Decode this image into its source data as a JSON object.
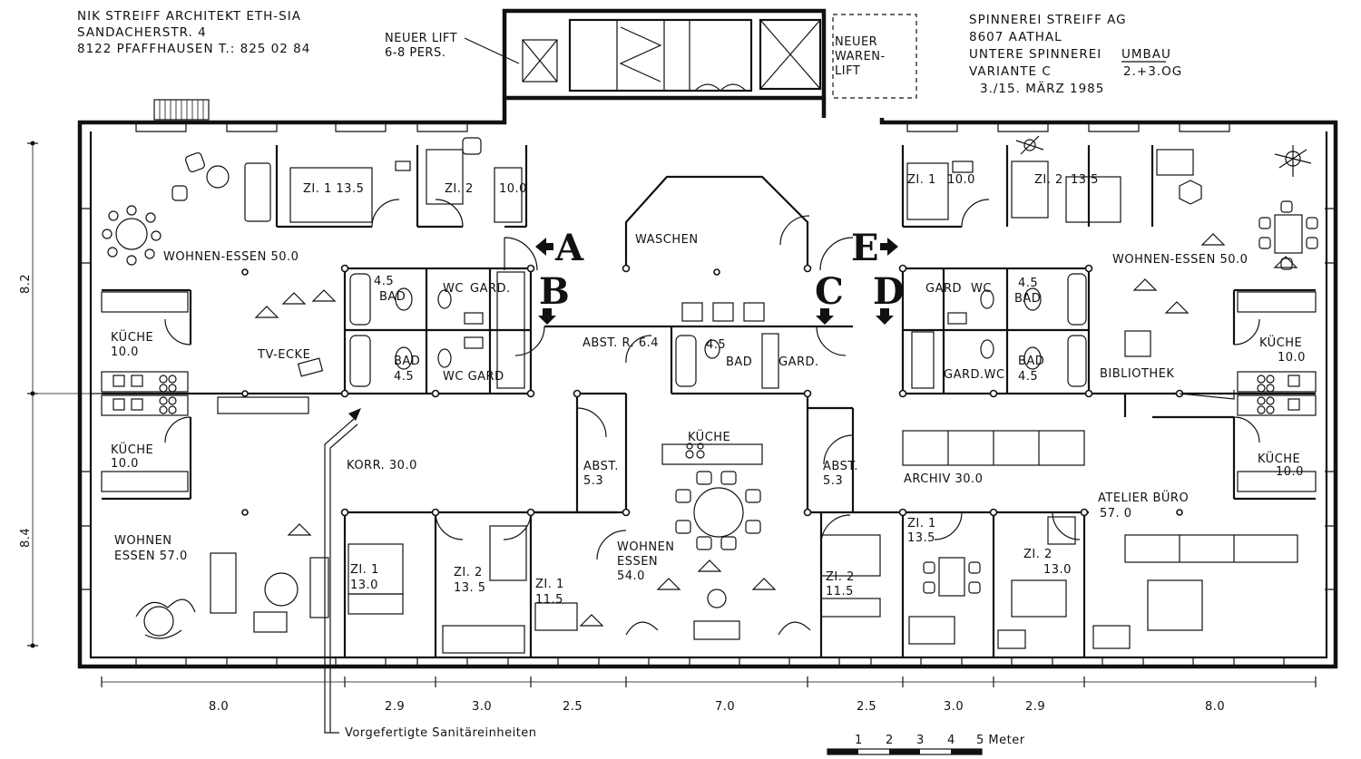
{
  "architect": {
    "line1": "NIK STREIFF ARCHITEKT ETH-SIA",
    "line2": "SANDACHERSTR. 4",
    "line3": "8122 PFAFFHAUSEN  T.: 825 02 84"
  },
  "client": {
    "line1": "SPINNEREI STREIFF AG",
    "line2": "8607 AATHAL",
    "line3a": "UNTERE SPINNEREI",
    "line3b": "UMBAU",
    "line4a": "VARIANTE C",
    "line4b": "2.+3.OG",
    "line5": "3./15. MÄRZ  1985"
  },
  "annotations": {
    "lift1": "NEUER  LIFT",
    "lift2": "6-8 PERS.",
    "waren1": "NEUER",
    "waren2": "WAREN-",
    "waren3": "LIFT",
    "prefab": "Vorgefertigte  Sanitäreinheiten"
  },
  "section_marks": [
    "A",
    "B",
    "C",
    "D",
    "E"
  ],
  "rooms": {
    "zi1_nw": "ZI. 1   13.5",
    "zi2_nw": "ZI. 2",
    "zi2_nw_area": "10.0",
    "wohnen_essen_w": "WOHNEN-ESSEN  50.0",
    "bad_1_a": "4.5",
    "bad_1_b": "BAD",
    "wc_1": "WC",
    "gard_1": "GARD.",
    "kueche_w1_a": "KÜCHE",
    "kueche_w1_b": "10.0",
    "tv": "TV-ECKE",
    "bad_2_a": "BAD",
    "bad_2_b": "4.5",
    "wcgard_2": "WC GARD",
    "kueche_w2_a": "KÜCHE",
    "kueche_w2_b": "10.0",
    "korr": "KORR.  30.0",
    "wohnen_sw_a": "WOHNEN",
    "wohnen_sw_b": "ESSEN   57.0",
    "zi1_s1_a": "ZI. 1",
    "zi1_s1_b": "13.0",
    "zi2_s1_a": "ZI. 2",
    "zi2_s1_b": "13. 5",
    "zi1_s2_a": "ZI. 1",
    "zi1_s2_b": "11.5",
    "waschen": "WASCHEN",
    "abst_r": "ABST. R.  6.4",
    "bad_c_a": "4.5",
    "bad_c_b": "BAD",
    "gard_c": "GARD.",
    "kueche_c": "KÜCHE",
    "abst_l_a": "ABST.",
    "abst_l_b": "5.3",
    "abst_r2_a": "ABST.",
    "abst_r2_b": "5.3",
    "wohnen_c_a": "WOHNEN",
    "wohnen_c_b": "ESSEN",
    "wohnen_c_c": "54.0",
    "zi1_ne_a": "ZI. 1",
    "zi1_ne_b": "10.0",
    "zi2_ne_a": "ZI. 2",
    "zi2_ne_b": "13.5",
    "wohnen_essen_e": "WOHNEN-ESSEN  50.0",
    "gard_e": "GARD",
    "wc_e": "WC",
    "bad_e1_a": "4.5",
    "bad_e1_b": "BAD",
    "kueche_e1_a": "KÜCHE",
    "kueche_e1_b": "10.0",
    "bad_e2_a": "BAD",
    "bad_e2_b": "4.5",
    "gardwc_e": "GARD.WC",
    "bibliothek": "BIBLIOTHEK",
    "kueche_e2_a": "KÜCHE",
    "kueche_e2_b": "10.0",
    "archiv": "ARCHIV  30.0",
    "atelier_a": "ATELIER  BÜRO",
    "atelier_b": "57. 0",
    "zi1_se_a": "ZI. 1",
    "zi1_se_b": "13.5",
    "zi2_se_a": "ZI. 2",
    "zi2_se_b": "13.0",
    "zi2_se2_a": "ZI. 2",
    "zi2_se2_b": "11.5"
  },
  "dimensions": {
    "left_top": "8.2",
    "left_bottom": "8.4",
    "bottom": [
      "8.0",
      "2.9",
      "3.0",
      "2.5",
      "7.0",
      "2.5",
      "3.0",
      "2.9",
      "8.0"
    ]
  },
  "scale_bar": {
    "labels": [
      "1",
      "2",
      "3",
      "4",
      "5 Meter"
    ]
  }
}
